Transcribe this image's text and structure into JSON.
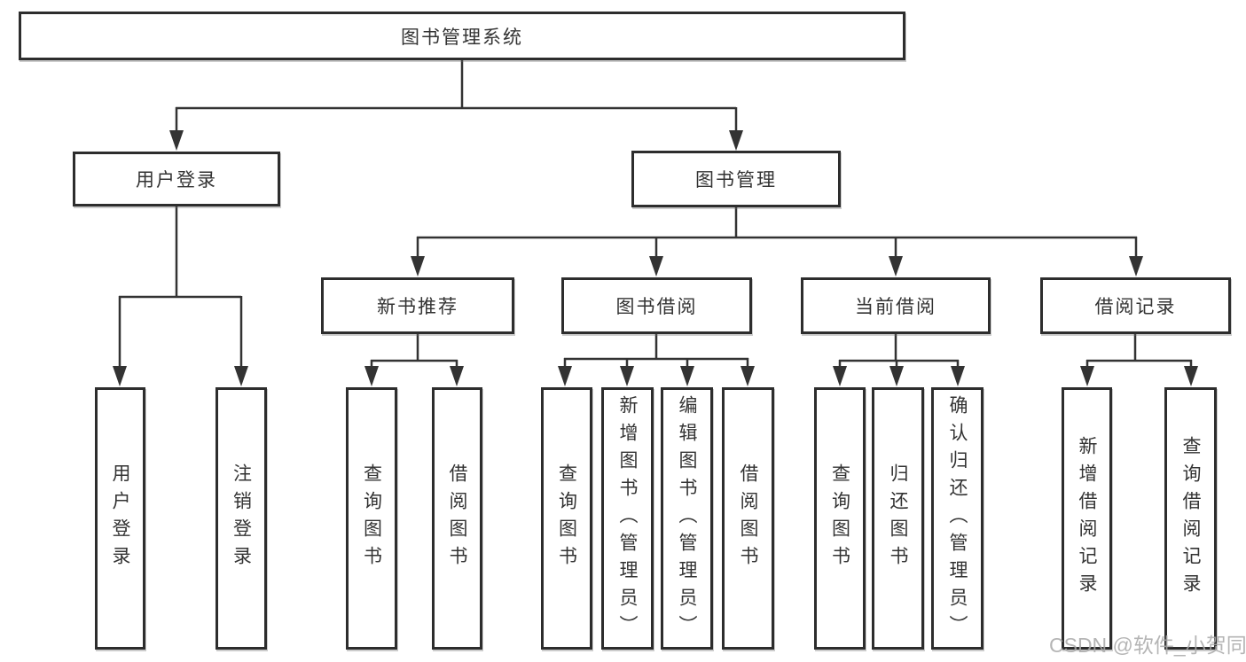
{
  "colors": {
    "background": "#ffffff",
    "line": "#333333",
    "box_border": "#2d2d2d",
    "box_background": "#ffffff",
    "text": "#333333",
    "watermark": "#a8a8a8"
  },
  "tree": {
    "root": {
      "label": "图书管理系统"
    },
    "branches": [
      {
        "label": "用户登录",
        "children": [
          {
            "label": "用户登录"
          },
          {
            "label": "注销登录"
          }
        ]
      },
      {
        "label": "图书管理",
        "groups": [
          {
            "label": "新书推荐",
            "children": [
              {
                "label": "查询图书"
              },
              {
                "label": "借阅图书"
              }
            ]
          },
          {
            "label": "图书借阅",
            "children": [
              {
                "label": "查询图书"
              },
              {
                "label": "新增图书（管理员）"
              },
              {
                "label": "编辑图书（管理员）"
              },
              {
                "label": "借阅图书"
              }
            ]
          },
          {
            "label": "当前借阅",
            "children": [
              {
                "label": "查询图书"
              },
              {
                "label": "归还图书"
              },
              {
                "label": "确认归还（管理员）"
              }
            ]
          },
          {
            "label": "借阅记录",
            "children": [
              {
                "label": "新增借阅记录"
              },
              {
                "label": "查询借阅记录"
              }
            ]
          }
        ]
      }
    ]
  },
  "watermark": {
    "text": "CSDN @软件_小贺同学"
  }
}
